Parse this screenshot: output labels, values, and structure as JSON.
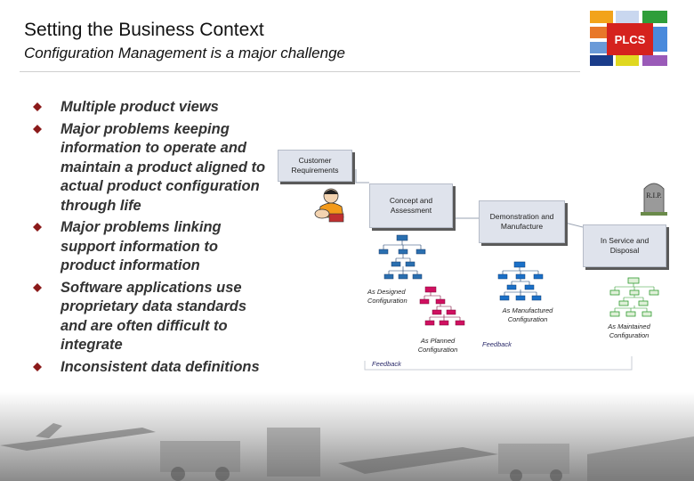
{
  "header": {
    "title": "Setting the Business Context",
    "subtitle": "Configuration Management is a major challenge",
    "logo_text": "PLCS"
  },
  "bullets": [
    "Multiple product views",
    "Major problems keeping information to operate and maintain a product aligned to actual product configuration through life",
    "Major problems linking support information to product information",
    "Software applications use proprietary data standards and are often difficult to integrate",
    "Inconsistent data definitions"
  ],
  "diagram": {
    "stages": {
      "customer": "Customer Requirements",
      "concept": "Concept and Assessment",
      "demo": "Demonstration and Manufacture",
      "service": "In Service and Disposal"
    },
    "configs": {
      "designed": "As Designed Configuration",
      "planned": "As Planned Configuration",
      "manufactured": "As Manufactured Configuration",
      "maintained": "As Maintained Configuration"
    },
    "feedback": "Feedback",
    "tombstone_text": "R.I.P."
  },
  "colors": {
    "accent": "#8b1a1a",
    "tree_designed": "#2a6fb0",
    "tree_planned": "#d01060",
    "tree_manufactured": "#1a70c8",
    "tree_maintained": "#2f9a2f",
    "stage_bg": "#dfe3ec"
  }
}
